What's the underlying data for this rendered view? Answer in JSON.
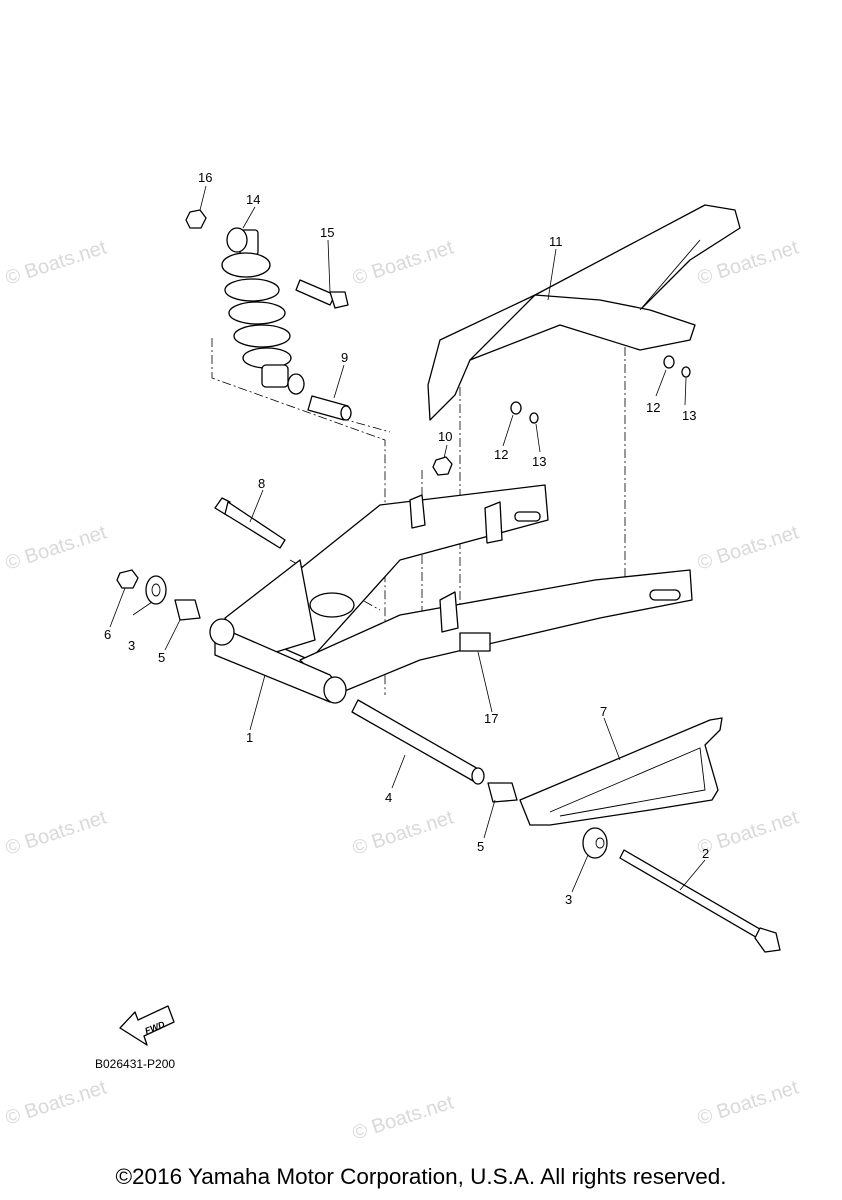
{
  "watermark": "© Boats.net",
  "reference_code": "B026431-P200",
  "fwd_label": "FWD",
  "copyright": "©2016 Yamaha Motor Corporation, U.S.A. All rights reserved.",
  "callouts": [
    {
      "id": "c16",
      "label": "16"
    },
    {
      "id": "c14",
      "label": "14"
    },
    {
      "id": "c15",
      "label": "15"
    },
    {
      "id": "c11",
      "label": "11"
    },
    {
      "id": "c9",
      "label": "9"
    },
    {
      "id": "c12a",
      "label": "12"
    },
    {
      "id": "c13a",
      "label": "13"
    },
    {
      "id": "c12b",
      "label": "12"
    },
    {
      "id": "c13b",
      "label": "13"
    },
    {
      "id": "c10",
      "label": "10"
    },
    {
      "id": "c8",
      "label": "8"
    },
    {
      "id": "c6",
      "label": "6"
    },
    {
      "id": "c3a",
      "label": "3"
    },
    {
      "id": "c5a",
      "label": "5"
    },
    {
      "id": "c1",
      "label": "1"
    },
    {
      "id": "c17",
      "label": "17"
    },
    {
      "id": "c7",
      "label": "7"
    },
    {
      "id": "c4",
      "label": "4"
    },
    {
      "id": "c5b",
      "label": "5"
    },
    {
      "id": "c2",
      "label": "2"
    },
    {
      "id": "c3b",
      "label": "3"
    }
  ]
}
